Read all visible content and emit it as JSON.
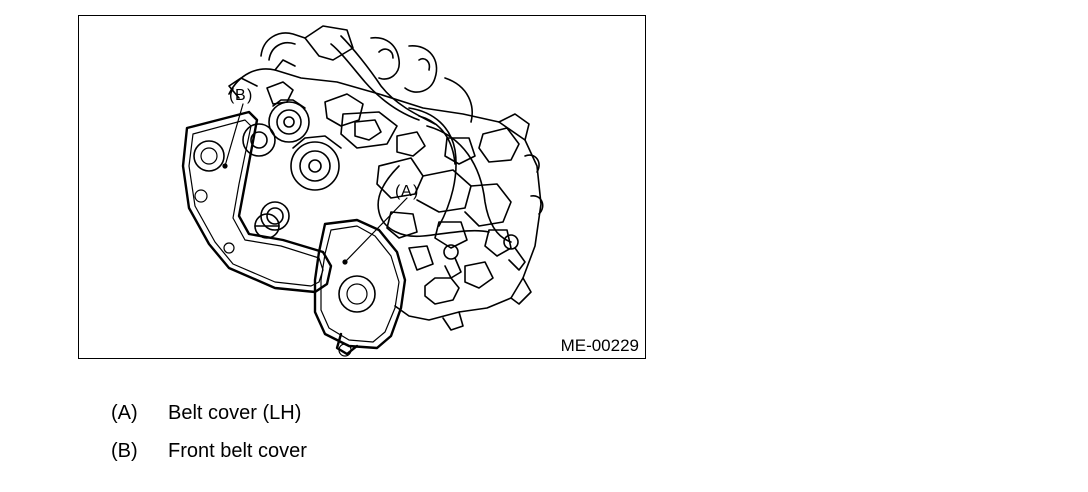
{
  "figure": {
    "code": "ME-00229",
    "callouts": [
      {
        "letter": "A"
      },
      {
        "letter": "B"
      }
    ]
  },
  "legend": [
    {
      "key": "(A)",
      "text": "Belt cover (LH)"
    },
    {
      "key": "(B)",
      "text": "Front belt cover"
    }
  ],
  "colors": {
    "line": "#000000",
    "background": "#ffffff"
  }
}
